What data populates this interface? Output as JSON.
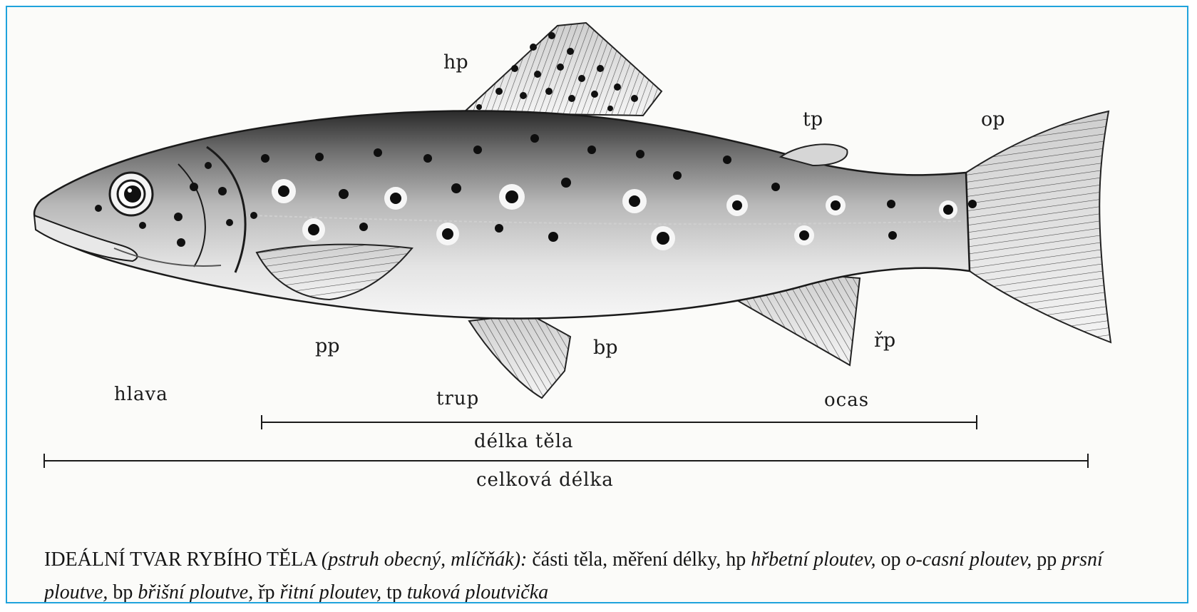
{
  "labels": {
    "hp": "hp",
    "tp": "tp",
    "op": "op",
    "pp": "pp",
    "bp": "bp",
    "rp": "řp",
    "head": "hlava",
    "trunk": "trup",
    "tail": "ocas",
    "body_length": "délka těla",
    "total_length": "celková délka"
  },
  "caption": {
    "t1": "IDEÁLNÍ TVAR RYBÍHO TĚLA ",
    "t2": "(pstruh obecný, mlíčňák):",
    "t3": " části těla, měření délky, hp ",
    "t4": "hřbetní ploutev,",
    "t5": " op ",
    "t6": "o-casní ploutev,",
    "t7": " pp ",
    "t8": "prsní ploutve,",
    "t9": " bp ",
    "t10": "břišní ploutve,",
    "t11": " řp ",
    "t12": "řitní ploutev,",
    "t13": " tp ",
    "t14": "tuková ploutvička"
  },
  "colors": {
    "frame_border": "#1fa3dc",
    "ink": "#1b1b1b"
  }
}
